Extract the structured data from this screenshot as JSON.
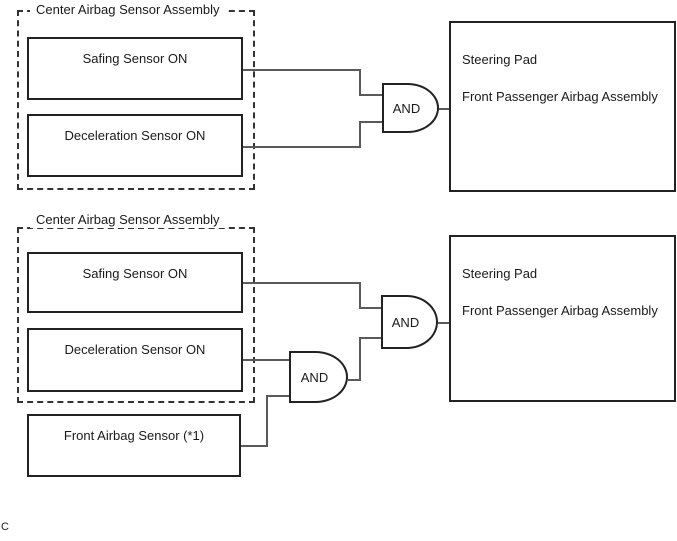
{
  "section_top": {
    "assembly_label": "Center Airbag Sensor Assembly",
    "safing_sensor": "Safing Sensor ON",
    "deceleration_sensor": "Deceleration Sensor ON",
    "and_gate_label": "AND",
    "output_title": "Steering Pad",
    "output_subtitle": "Front Passenger Airbag Assembly"
  },
  "section_bottom": {
    "assembly_label": "Center Airbag Sensor Assembly",
    "safing_sensor": "Safing Sensor ON",
    "deceleration_sensor": "Deceleration Sensor ON",
    "front_airbag_sensor": "Front Airbag Sensor (*1)",
    "inner_and_gate_label": "AND",
    "outer_and_gate_label": "AND",
    "output_title": "Steering Pad",
    "output_subtitle": "Front Passenger Airbag Assembly"
  },
  "footer": {
    "label": "C"
  },
  "colors": {
    "box_border": "#222222",
    "wire": "#5a5a5a",
    "background": "#ffffff",
    "text": "#1a1a1a"
  }
}
